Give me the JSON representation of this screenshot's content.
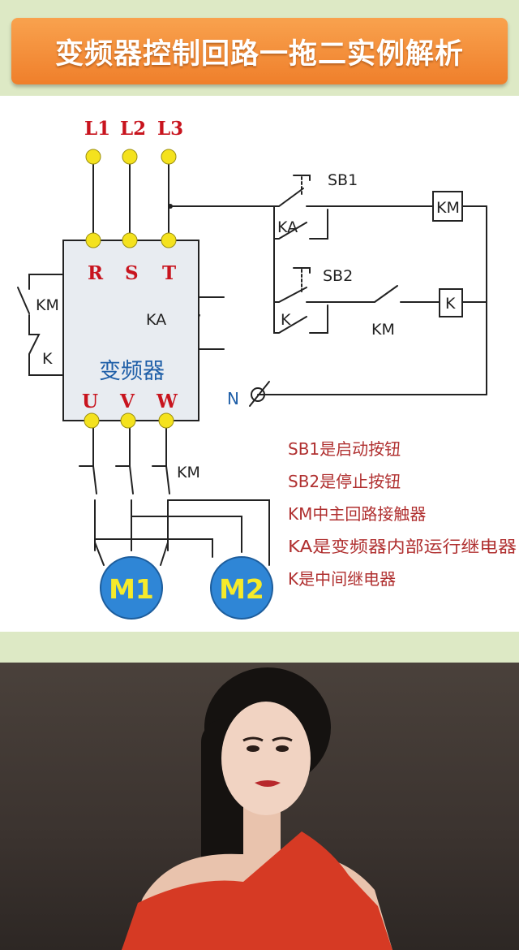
{
  "title": "变频器控制回路一拖二实例解析",
  "diagram": {
    "supply_labels": [
      "L1",
      "L2",
      "L3"
    ],
    "input_terminals": [
      "R",
      "S",
      "T"
    ],
    "output_terminals": [
      "U",
      "V",
      "W"
    ],
    "inverter_label": "变频器",
    "contact_labels": {
      "km_left": "KM",
      "k_left": "K",
      "ka_inside": "KA",
      "sb1": "SB1",
      "ka_hold": "KA",
      "coil_km": "KM",
      "sb2": "SB2",
      "k_hold": "K",
      "km_series": "KM",
      "coil_k": "K",
      "neutral": "N",
      "km_main": "KM"
    },
    "motors": [
      "M1",
      "M2"
    ],
    "notes": [
      "SB1是启动按钮",
      "SB2是停止按钮",
      "KM中主回路接触器",
      "KA是变频器内部运行继电器",
      "K是中间继电器"
    ]
  },
  "colors": {
    "banner": "#f28a35",
    "terminal_text": "#c8141e",
    "inverter_label": "#1f5fa8",
    "terminal_dot": "#f4e21e",
    "motor_fill": "#2f86d6",
    "motor_text": "#f6ea2a",
    "notes_text": "#b03030",
    "neutral_text": "#1f5fa8"
  }
}
